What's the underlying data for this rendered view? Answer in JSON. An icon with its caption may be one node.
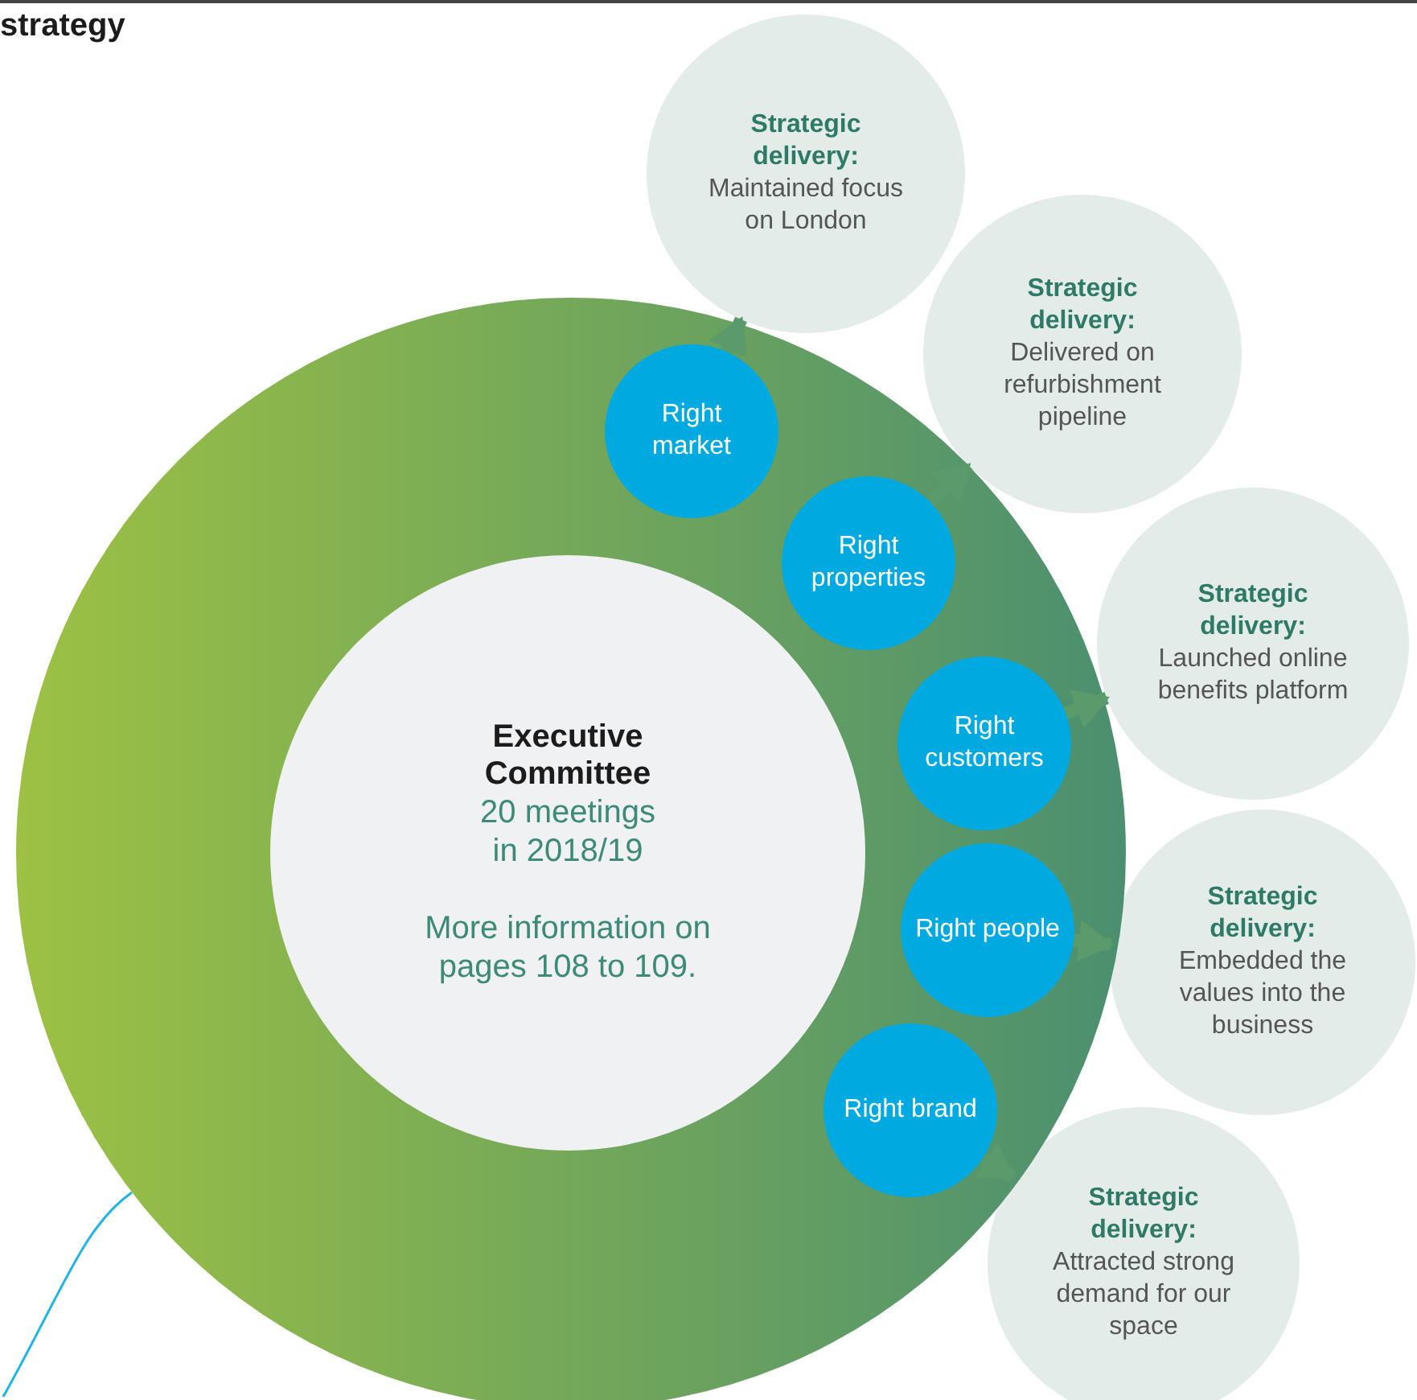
{
  "diagram": {
    "title": "strategy",
    "nodes": [
      {
        "text": [],
        "shape": "circle"
      },
      {
        "text": [
          "Executive Committee",
          "20 meetings in 2018/19",
          "More information on pages 108 to 109."
        ],
        "in": 0
      },
      {
        "text": [
          "Right market"
        ],
        "in": 0
      },
      {
        "text": [
          "Right properties"
        ],
        "in": 0
      },
      {
        "text": [
          "Right customers"
        ],
        "in": 0
      },
      {
        "text": [
          "Right people"
        ],
        "in": 0
      },
      {
        "text": [
          "Right brand"
        ],
        "in": 0
      },
      {
        "text": [
          "Strategic delivery:",
          "Maintained focus on London"
        ]
      },
      {
        "text": [
          "Strategic delivery:",
          "Delivered on refurbishment pipeline"
        ]
      },
      {
        "text": [
          "Strategic delivery:",
          "Launched online benefits platform"
        ]
      },
      {
        "text": [
          "Strategic delivery:",
          "Embedded the values into the business"
        ]
      },
      {
        "text": [
          "Strategic delivery:",
          "Attracted strong demand for our space"
        ]
      }
    ],
    "edges": [
      {
        "from": 2,
        "to": 7,
        "arrow": "to"
      },
      {
        "from": 3,
        "to": 8,
        "arrow": "to"
      },
      {
        "from": 4,
        "to": 9,
        "arrow": "to"
      },
      {
        "from": 5,
        "to": 10,
        "arrow": "to"
      },
      {
        "from": 6,
        "to": 11,
        "arrow": "to"
      },
      {
        "from": null,
        "to": 0,
        "arrow": "none",
        "color": "#1fb3e6"
      }
    ]
  }
}
